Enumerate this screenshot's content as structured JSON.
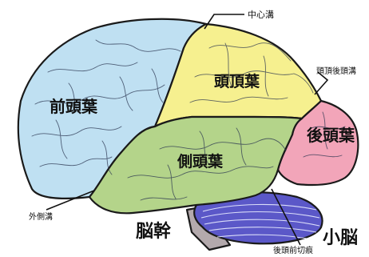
{
  "colors": {
    "frontal": "#bfe0f2",
    "parietal": "#f6f08f",
    "temporal": "#b4d48a",
    "occipital": "#f2a5b9",
    "cerebellum": "#5b58c8",
    "brainstem": "#b3a9ac"
  },
  "labels": {
    "frontal_lobe": "前頭葉",
    "parietal_lobe": "頭頂葉",
    "occipital_lobe": "後頭葉",
    "temporal_lobe": "側頭葉",
    "cerebellum": "小脳",
    "brainstem": "脳幹",
    "central_sulcus": "中心溝",
    "parieto_occipital_sulcus": "頭頂後頭溝",
    "lateral_sulcus": "外側溝",
    "preoccipital_notch": "後頭前切痕"
  }
}
